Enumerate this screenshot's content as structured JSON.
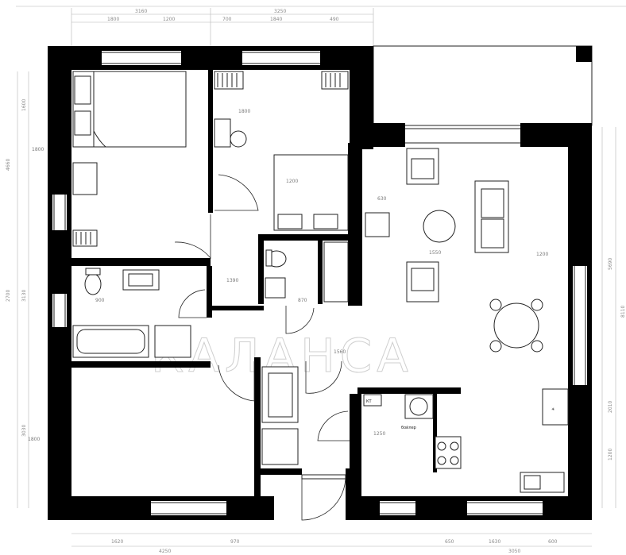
{
  "plan": {
    "watermark": "КАЛАНСА",
    "top_dims": [
      "3160",
      "1800",
      "1200",
      "3250",
      "700",
      "1840",
      "490"
    ],
    "bottom_dims": [
      "1620",
      "970",
      "4250",
      "650",
      "1630",
      "600",
      "3050"
    ],
    "left_dims": [
      "4660",
      "1600",
      "3130",
      "2700",
      "3030"
    ],
    "right_dims": [
      "5690",
      "8110",
      "2010",
      "1200"
    ],
    "room_dims": [
      "1800",
      "1200",
      "1560",
      "1550",
      "1200",
      "1800",
      "900",
      "870",
      "630",
      "1390",
      "1250",
      "1800"
    ],
    "labels": {
      "kt": "КТ",
      "boiler": "бойлер"
    }
  }
}
